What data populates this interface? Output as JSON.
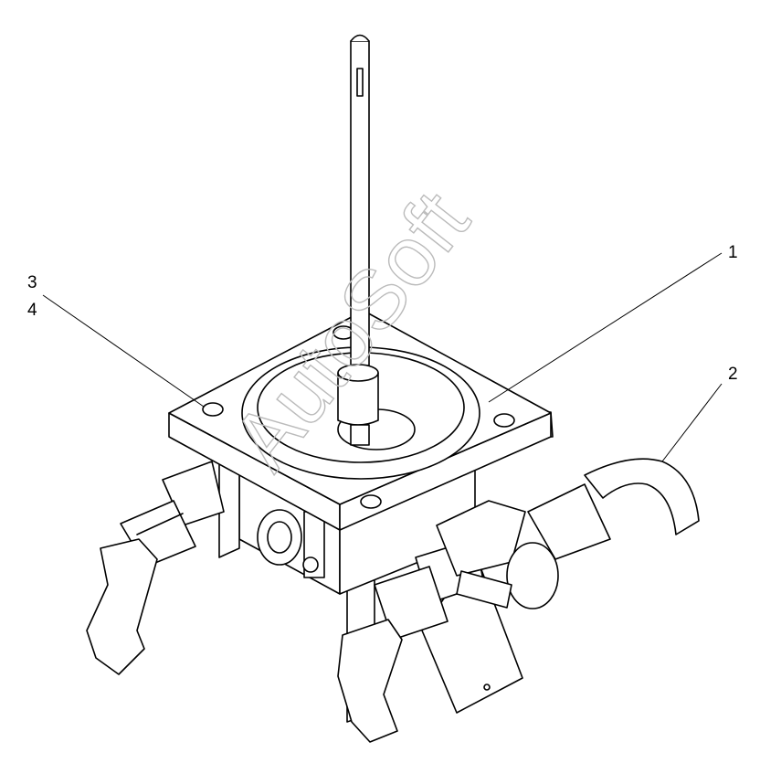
{
  "callouts": {
    "part_1": "1",
    "part_2": "2",
    "part_3": "3",
    "part_4": "4"
  },
  "watermark": "AutoSoft",
  "colors": {
    "line": "#000000",
    "background": "#ffffff",
    "watermark": "#bbbbbb"
  }
}
